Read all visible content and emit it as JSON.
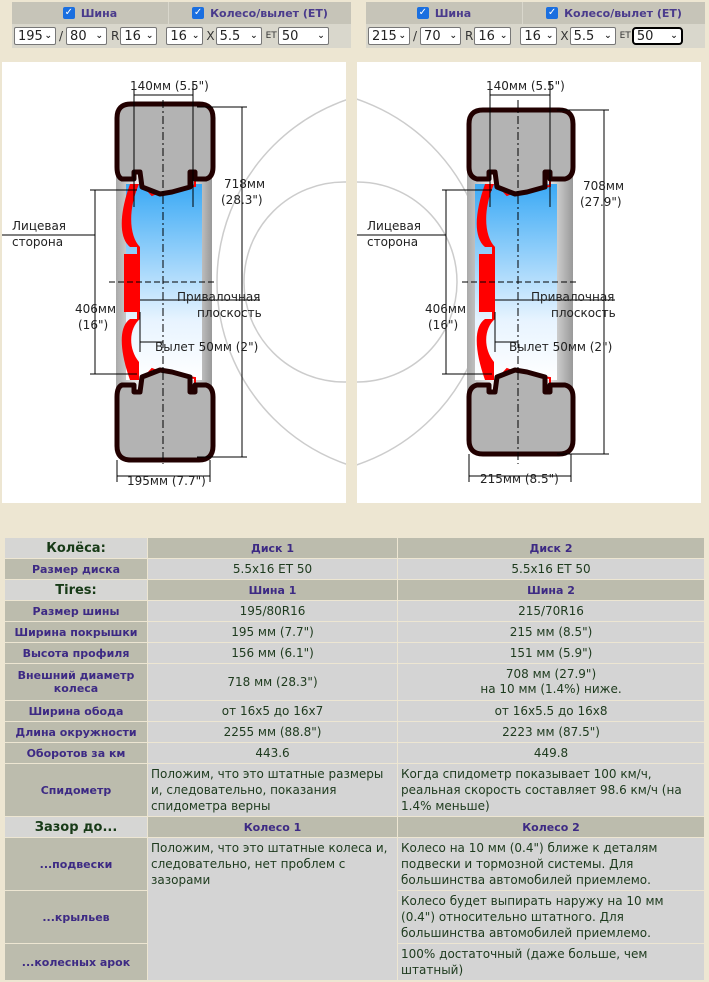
{
  "controls": [
    {
      "tire_checkbox": {
        "label": "Шина",
        "checked": true
      },
      "wheel_checkbox": {
        "label": "Колесо/вылет (ET)",
        "checked": true
      },
      "tire_width": "195",
      "slash": "/",
      "aspect": "80",
      "r_label": "R",
      "rim": "16",
      "wheel_diam": "16",
      "x_label": "X",
      "wheel_width": "5.5",
      "et_label": "ET",
      "et": "50"
    },
    {
      "tire_checkbox": {
        "label": "Шина",
        "checked": true
      },
      "wheel_checkbox": {
        "label": "Колесо/вылет (ET)",
        "checked": true
      },
      "tire_width": "215",
      "slash": "/",
      "aspect": "70",
      "r_label": "R",
      "rim": "16",
      "wheel_diam": "16",
      "x_label": "X",
      "wheel_width": "5.5",
      "et_label": "ET",
      "et": "50"
    }
  ],
  "diagrams": [
    {
      "rim_width": "140мм (5.5\")",
      "outer_diameter_mm": "718мм",
      "outer_diameter_in": "(28.3\")",
      "face_side": [
        "Лицевая",
        "сторона"
      ],
      "rim_diam_mm": "406мм",
      "rim_diam_in": "(16\")",
      "mount_plane": [
        "Привалочная",
        "плоскость"
      ],
      "offset": "Вылет 50мм (2\")",
      "tire_width": "195мм (7.7\")"
    },
    {
      "rim_width": "140мм (5.5\")",
      "outer_diameter_mm": "708мм",
      "outer_diameter_in": "(27.9\")",
      "face_side": [
        "Лицевая",
        "сторона"
      ],
      "rim_diam_mm": "406мм",
      "rim_diam_in": "(16\")",
      "mount_plane": [
        "Привалочная",
        "плоскость"
      ],
      "offset": "Вылет 50мм (2\")",
      "tire_width": "215мм (8.5\")"
    }
  ],
  "results": {
    "wheels_header": "Колёса:",
    "disk1": "Диск 1",
    "disk2": "Диск 2",
    "disk_size": {
      "label": "Размер диска",
      "v1": "5.5x16 ET 50",
      "v2": "5.5x16 ET 50"
    },
    "tires_header": "Tires:",
    "tire1": "Шина 1",
    "tire2": "Шина 2",
    "rows": [
      {
        "label": "Размер шины",
        "v1": "195/80R16",
        "v2": "215/70R16"
      },
      {
        "label": "Ширина покрышки",
        "v1": "195 мм (7.7\")",
        "v2": "215 мм (8.5\")"
      },
      {
        "label": "Высота профиля",
        "v1": "156 мм (6.1\")",
        "v2": "151 мм (5.9\")"
      },
      {
        "label": "Внешний диаметр колеса",
        "v1": "718 мм (28.3\")",
        "v2": "708 мм (27.9\")",
        "v2b": "на 10 мм (1.4%) ниже."
      },
      {
        "label": "Ширина обода",
        "v1": "от 16x5 до 16x7",
        "v2": "от 16x5.5 до 16x8"
      },
      {
        "label": "Длина окружности",
        "v1": "2255 мм (88.8\")",
        "v2": "2223 мм (87.5\")"
      },
      {
        "label": "Оборотов за км",
        "v1": "443.6",
        "v2": "449.8"
      },
      {
        "label": "Спидометр",
        "v1": "Положим, что это штатные размеры и, следовательно, показания спидометра верны",
        "v2": "Когда спидометр показывает 100 км/ч, реальная скорость составляет 98.6 км/ч (на 1.4% меньше)"
      }
    ],
    "clearance_header": "Зазор до...",
    "wheel1": "Колесо 1",
    "wheel2": "Колесо 2",
    "clearance": [
      {
        "label": "...подвески",
        "v2": "Колесо на 10 мм (0.4\") ближе к деталям подвески и тормозной системы. Для большинства автомобилей приемлемо."
      },
      {
        "label": "...крыльев",
        "v2": "Колесо будет выпирать наружу на 10 мм (0.4\") относительно штатного. Для большинства автомобилей приемлемо."
      },
      {
        "label": "...колесных арок",
        "v2": "100% достаточный (даже больше, чем штатный)"
      }
    ],
    "clearance_v1": "Положим, что это штатные колеса и, следовательно, нет проблем с зазорами"
  }
}
